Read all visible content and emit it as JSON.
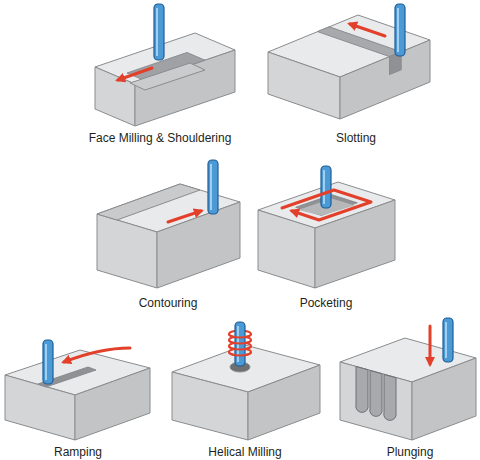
{
  "diagram": {
    "labels": [
      "Face Milling & Shouldering",
      "Slotting",
      "Contouring",
      "Pocketing",
      "Ramping",
      "Helical Milling",
      "Plunging"
    ]
  }
}
